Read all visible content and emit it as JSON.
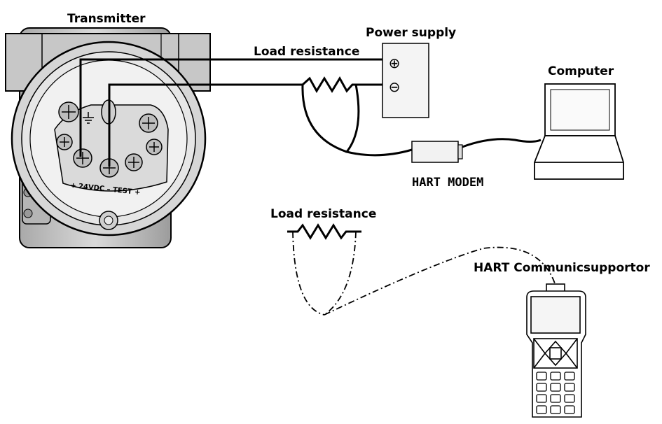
{
  "labels": {
    "transmitter": "Transmitter",
    "power_supply": "Power supply",
    "load_resistance_top": "Load resistance",
    "computer": "Computer",
    "hart_modem": "HART MODEM",
    "load_resistance_bottom": "Load resistance",
    "hart_communicator": "HART Communicsupportor",
    "terminal_marking": "+ 24VDC – TEST +"
  },
  "symbols": {
    "plus": "⊕",
    "minus": "⊖"
  },
  "colors": {
    "line": "#000000",
    "housing": "#bfbfbf",
    "housing_dark": "#8c8c8c",
    "panel": "#ececec"
  }
}
